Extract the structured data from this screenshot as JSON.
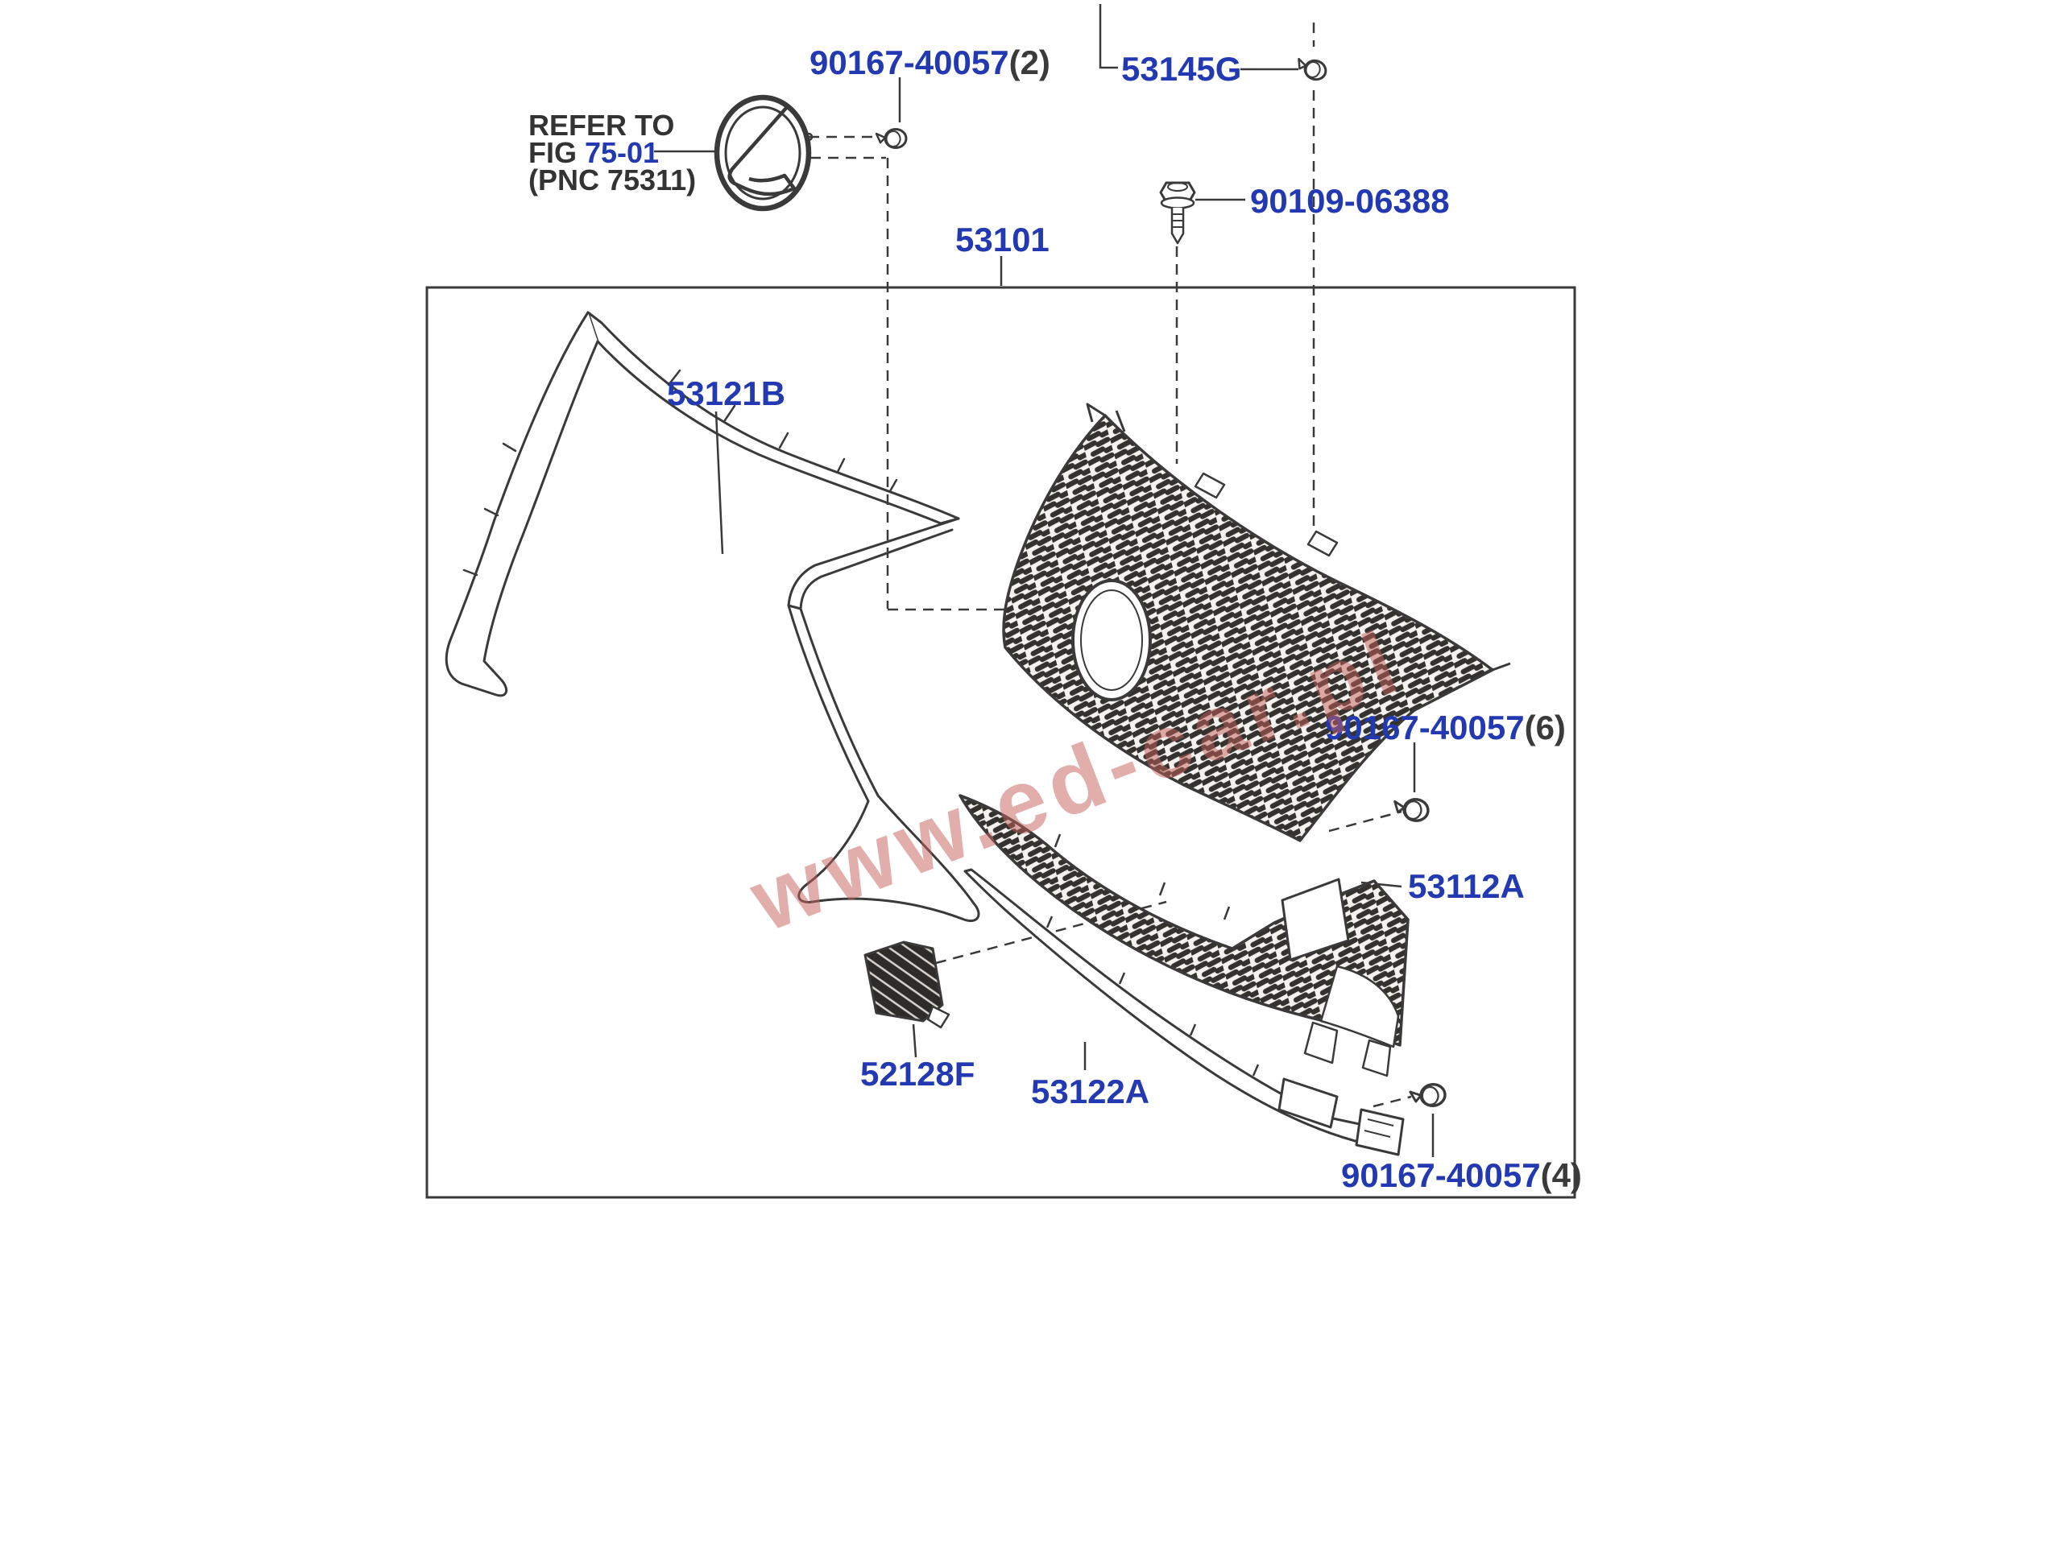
{
  "note": {
    "line1": "REFER TO",
    "line2_prefix": "FIG ",
    "fig_ref": "75-01",
    "line3": "(PNC 75311)"
  },
  "labels": {
    "emblem_bolt_part": "90167-40057",
    "emblem_bolt_qty": "(2)",
    "hood_clip_part": "53145G",
    "screw_part": "90109-06388",
    "grille_assembly_part": "53101",
    "upper_molding_part": "53121B",
    "grille_clip_part": "90167-40057",
    "grille_clip_qty": "(6)",
    "lower_grille_part": "53112A",
    "cover_part": "52128F",
    "lower_molding_part": "53122A",
    "molding_clip_part": "90167-40057",
    "molding_clip_qty": "(4)"
  },
  "watermark": "www.ed-car.pl",
  "colors": {
    "part_link_blue": "#2239b2",
    "line_dark": "#3a3a3a",
    "watermark_red": "#c4605c"
  }
}
